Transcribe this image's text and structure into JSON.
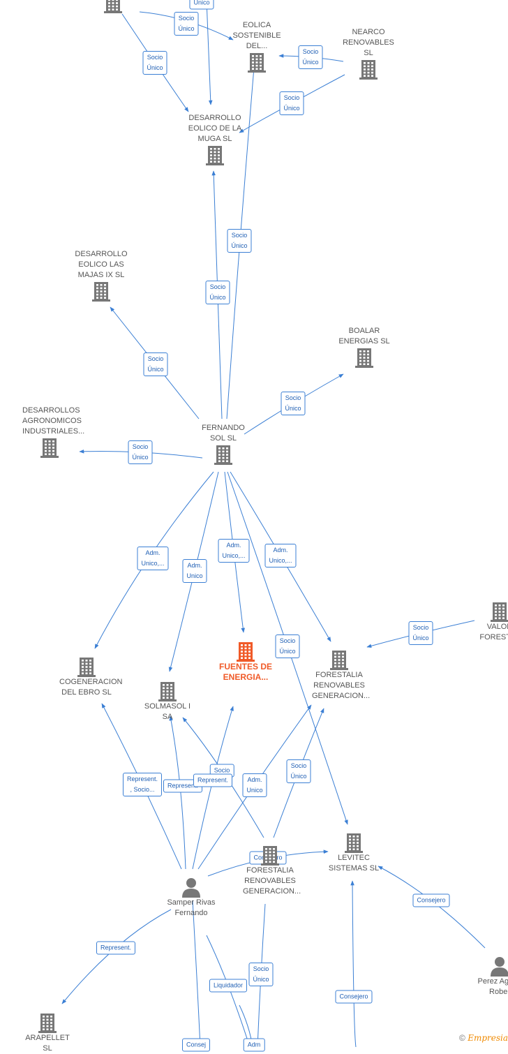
{
  "colors": {
    "edge": "#3b7fd4",
    "building": "#777777",
    "focus": "#f05a28",
    "person": "#777777"
  },
  "nodes": [
    {
      "id": "top_left",
      "type": "building",
      "label": ""
    },
    {
      "id": "eolica",
      "type": "building",
      "label": "EOLICA SOSTENIBLE DEL..."
    },
    {
      "id": "nearco",
      "type": "building",
      "label": "NEARCO RENOVABLES SL"
    },
    {
      "id": "muga",
      "type": "building",
      "label": "DESARROLLO EOLICO DE LA MUGA SL"
    },
    {
      "id": "majas",
      "type": "building",
      "label": "DESARROLLO EOLICO LAS MAJAS IX SL"
    },
    {
      "id": "boalar",
      "type": "building",
      "label": "BOALAR ENERGIAS SL"
    },
    {
      "id": "agronomicos",
      "type": "building",
      "label": "DESARROLLOS AGRONOMICOS INDUSTRIALES..."
    },
    {
      "id": "fernando",
      "type": "building",
      "label": "FERNANDO SOL SL"
    },
    {
      "id": "cogeneracion",
      "type": "building",
      "label": "COGENERACION DEL EBRO SL"
    },
    {
      "id": "solmasol",
      "type": "building",
      "label": "SOLMASOL I SA"
    },
    {
      "id": "fuentes",
      "type": "focus",
      "label": "FUENTES DE ENERGIA..."
    },
    {
      "id": "forestalia1",
      "type": "building",
      "label": "FORESTALIA RENOVABLES GENERACION..."
    },
    {
      "id": "valor",
      "type": "building",
      "label": "VALOR FORESTAL"
    },
    {
      "id": "forestalia2",
      "type": "building",
      "label": "FORESTALIA RENOVABLES GENERACION..."
    },
    {
      "id": "levitec",
      "type": "building",
      "label": "LEVITEC SISTEMAS SL"
    },
    {
      "id": "samper",
      "type": "person",
      "label": "Samper Rivas Fernando"
    },
    {
      "id": "perez",
      "type": "person",
      "label": "Perez Agued Rober"
    },
    {
      "id": "arapellet",
      "type": "building",
      "label": "ARAPELLET SL"
    }
  ],
  "edge_labels": [
    "Único",
    "Socio Único",
    "Socio Único",
    "Socio Único",
    "Socio Único",
    "Socio Único",
    "Socio Único",
    "Socio Único",
    "Socio Único",
    "Socio Único",
    "Adm. Unico,...",
    "Adm. Unico",
    "Adm. Unico,...",
    "Adm. Unico,...",
    "Socio Único",
    "Socio Único",
    "Represent. , Socio...",
    "Represent.",
    "Socio",
    "Represent.",
    "Adm. Unico",
    "Socio Único",
    "Consejero",
    "Consejero",
    "Represent.",
    "Socio Único",
    "Liquidador",
    "Consejero",
    "Consej",
    "Adm"
  ],
  "footer": {
    "copyright": "©",
    "brand": "Empresia"
  }
}
